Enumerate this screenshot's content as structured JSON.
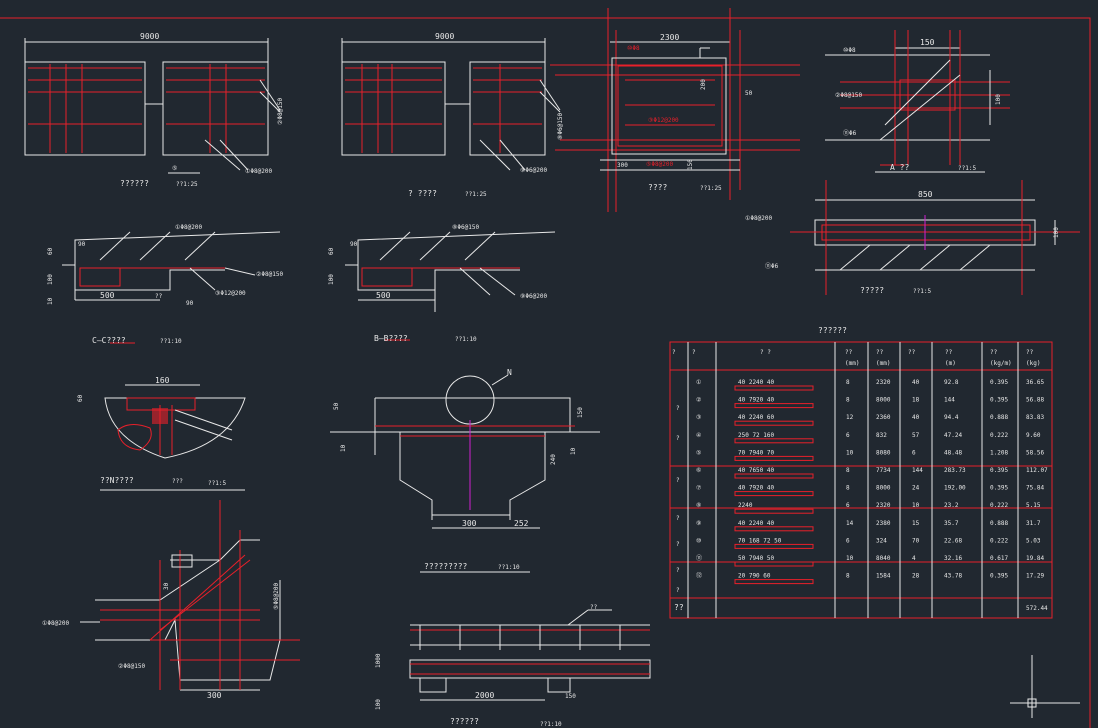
{
  "drawing": {
    "colors": {
      "background": "#212830",
      "line": "#e8e8e8",
      "rebar": "#e8202a",
      "centerline": "#d020d0"
    },
    "titles": {
      "view1": "??????",
      "view1_scale": "??1:25",
      "view2": "? ????",
      "view2_scale": "??1:25",
      "view3": "????",
      "view3_scale": "??1:25",
      "view4": "A ??",
      "view4_scale": "??1:5",
      "view5": "?????",
      "view5_scale": "??1:5",
      "section_c": "C—C????",
      "section_c_scale": "??1:10",
      "section_b": "B—B????",
      "section_b_scale": "??1:10",
      "node_n": "??N????",
      "node_n_mid": "???",
      "node_n_scale": "??1:5",
      "elev_mid": "?????????",
      "elev_mid_scale": "??1:10",
      "bottom": "??????",
      "bottom_scale": "??1:10"
    },
    "dims": {
      "d9000a": "9000",
      "d9000b": "9000",
      "d2300": "2300",
      "d150": "150",
      "d100": "100",
      "d850": "850",
      "d90": "90",
      "d60": "60",
      "d100b": "100",
      "d10": "10",
      "d500": "500",
      "d160": "160",
      "d300": "300",
      "d252": "252",
      "d240": "240",
      "d50": "50",
      "d1000": "1000",
      "d2000": "2000",
      "d200": "200",
      "d60b": "60"
    },
    "labels": {
      "N": "N",
      "rebar_a": "①Φ8@200",
      "rebar_b": "②Φ8@150",
      "rebar_c": "③Φ12@200",
      "rebar_d": "⑤Φ8@200",
      "rebar_e": "⑧Φ6@150",
      "rebar_f": "⑨Φ6@200",
      "rebar_g": "⑪Φ6",
      "rebar_h": "⑩Φ8",
      "gz": "??"
    },
    "table": {
      "title": "??????",
      "headers": [
        "?",
        "?",
        "?  ?",
        "??",
        "??",
        "??",
        "??",
        "??",
        "??"
      ],
      "units": [
        "",
        "",
        "",
        "(mm)",
        "(mm)",
        "",
        "(m)",
        "(kg/m)",
        "(kg)"
      ],
      "groups": [
        "?",
        "?",
        "?",
        "?",
        "?",
        "?",
        "?",
        "?",
        "??"
      ],
      "rows": [
        {
          "no": "①",
          "shape": "40  2240  40",
          "dia": "8",
          "len": "2320",
          "count": "40",
          "total": "92.8",
          "unit": "0.395",
          "weight": "36.65"
        },
        {
          "no": "②",
          "shape": "40  7920  40",
          "dia": "8",
          "len": "8000",
          "count": "18",
          "total": "144",
          "unit": "0.395",
          "weight": "56.88"
        },
        {
          "no": "③",
          "shape": "40  2240  60",
          "dia": "12",
          "len": "2360",
          "count": "40",
          "total": "94.4",
          "unit": "0.888",
          "weight": "83.83"
        },
        {
          "no": "④",
          "shape": "250  72  160",
          "dia": "6",
          "len": "832",
          "count": "57",
          "total": "47.24",
          "unit": "0.222",
          "weight": "9.60"
        },
        {
          "no": "⑤",
          "shape": "70  7940  70",
          "dia": "10",
          "len": "8080",
          "count": "6",
          "total": "48.48",
          "unit": "1.208",
          "weight": "58.56"
        },
        {
          "no": "⑥",
          "shape": "40  7650  40",
          "dia": "8",
          "len": "7734",
          "count": "144",
          "total": "283.73",
          "unit": "0.395",
          "weight": "112.07"
        },
        {
          "no": "⑦",
          "shape": "40  7920  40",
          "dia": "8",
          "len": "8000",
          "count": "24",
          "total": "192.00",
          "unit": "0.395",
          "weight": "75.84"
        },
        {
          "no": "⑧",
          "shape": "2240",
          "dia": "6",
          "len": "2320",
          "count": "10",
          "total": "23.2",
          "unit": "0.222",
          "weight": "5.15"
        },
        {
          "no": "⑨",
          "shape": "40  2240  40",
          "dia": "14",
          "len": "2380",
          "count": "15",
          "total": "35.7",
          "unit": "0.888",
          "weight": "31.7"
        },
        {
          "no": "⑩",
          "shape": "70  168  72  50",
          "dia": "6",
          "len": "324",
          "count": "70",
          "total": "22.68",
          "unit": "0.222",
          "weight": "5.03"
        },
        {
          "no": "⑪",
          "shape": "50  7940  50",
          "dia": "10",
          "len": "8040",
          "count": "4",
          "total": "32.16",
          "unit": "0.617",
          "weight": "19.84"
        },
        {
          "no": "⑫",
          "shape": "20  790  60",
          "dia": "8",
          "len": "1584",
          "count": "28",
          "total": "43.78",
          "unit": "0.395",
          "weight": "17.29"
        }
      ],
      "sum": "??",
      "sum_value": "572.44"
    }
  }
}
